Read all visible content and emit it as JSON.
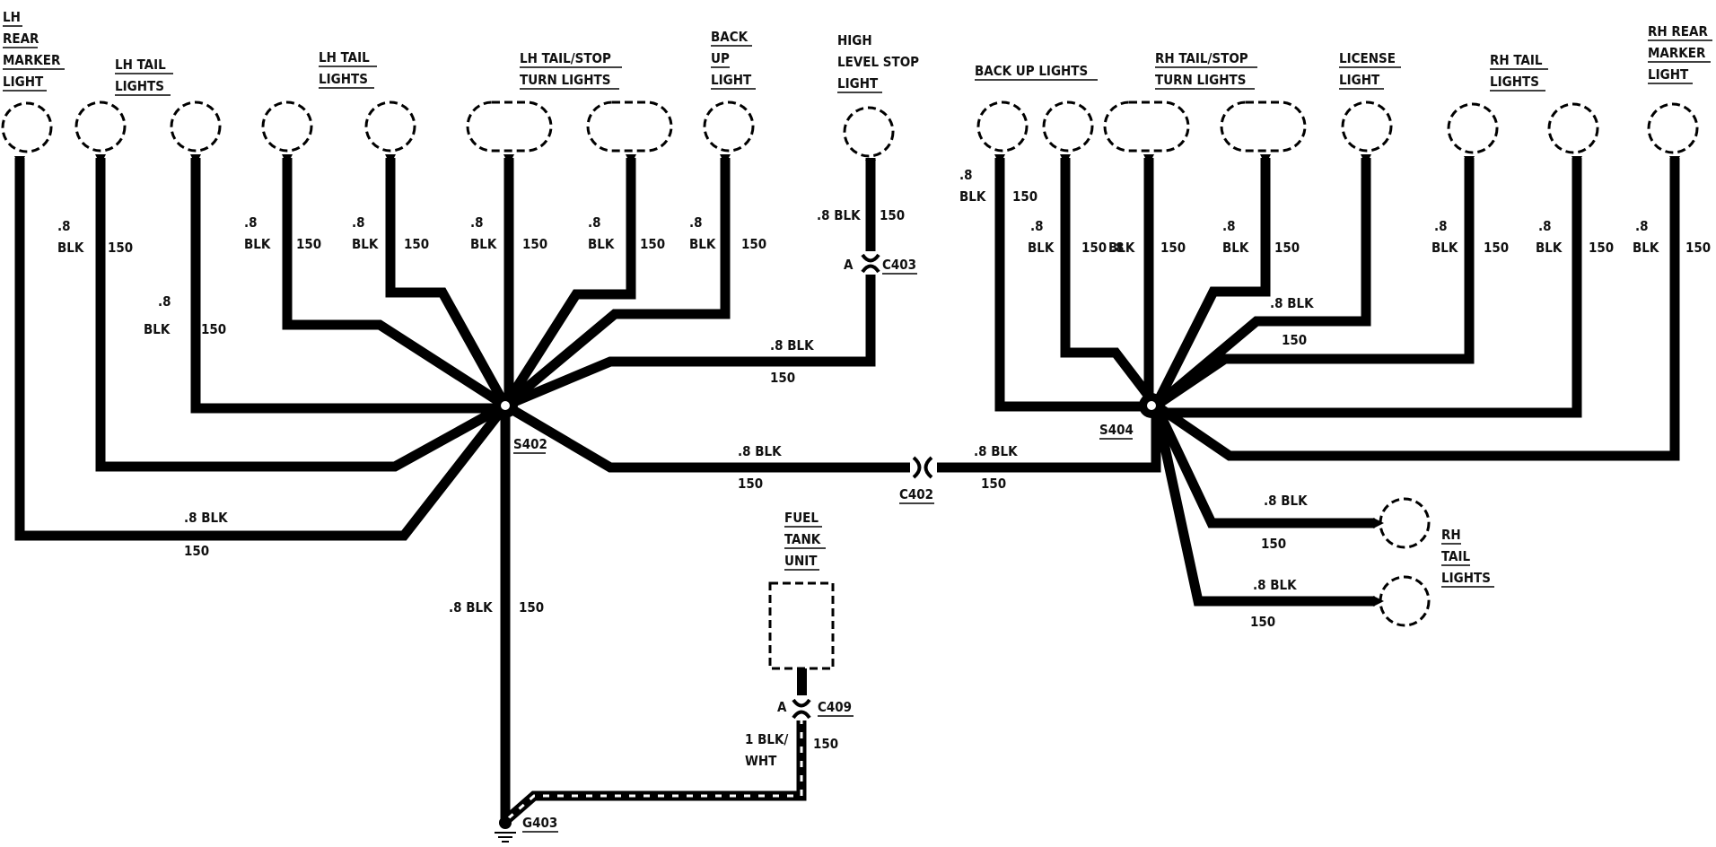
{
  "components": {
    "lh_rear_marker": [
      "LH",
      "REAR",
      "MARKER",
      "LIGHT"
    ],
    "lh_tail_1": [
      "LH TAIL",
      "LIGHTS"
    ],
    "lh_tail_2": [
      "LH TAIL",
      "LIGHTS"
    ],
    "lh_tail_stop_turn": [
      "LH TAIL/STOP",
      "TURN LIGHTS"
    ],
    "lh_back_up": [
      "BACK",
      "UP",
      "LIGHT"
    ],
    "high_level_stop": [
      "HIGH",
      "LEVEL STOP",
      "LIGHT"
    ],
    "back_up_lights_rh": [
      "BACK UP LIGHTS"
    ],
    "rh_tail_stop_turn": [
      "RH TAIL/STOP",
      "TURN LIGHTS"
    ],
    "license_light": [
      "LICENSE",
      "LIGHT"
    ],
    "rh_tail_top": [
      "RH TAIL",
      "LIGHTS"
    ],
    "rh_rear_marker": [
      "RH REAR",
      "MARKER",
      "LIGHT"
    ],
    "rh_tail_side": [
      "RH",
      "TAIL",
      "LIGHTS"
    ],
    "fuel_tank_unit": [
      "FUEL",
      "TANK",
      "UNIT"
    ]
  },
  "splices": {
    "left": "S402",
    "right": "S404"
  },
  "connectors": {
    "c403": "C403",
    "c403_pin": "A",
    "c402": "C402",
    "c409": "C409",
    "c409_pin": "A"
  },
  "ground": "G403",
  "wire": {
    "size": ".8",
    "color": "BLK",
    "size_color": ".8 BLK",
    "circuit": "150",
    "gauge_1_color": "1 BLK/",
    "gauge_1_color_2": "WHT",
    "split_gauge_circuit": "150 .8"
  },
  "colors": {
    "wire": "#000000",
    "background": "#ffffff"
  }
}
